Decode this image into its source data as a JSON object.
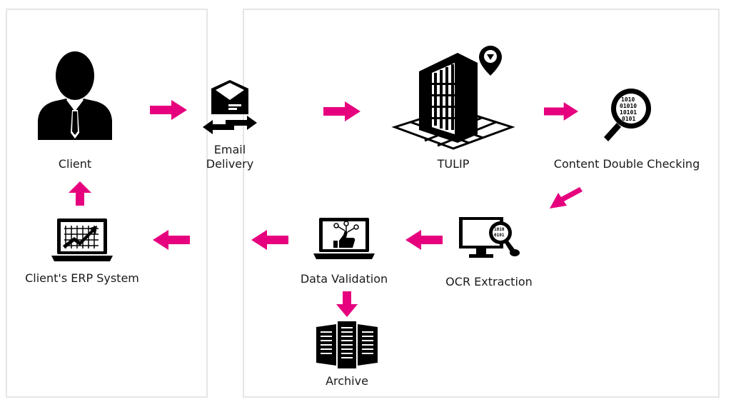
{
  "nodes": {
    "client": "Client",
    "email_line1": "Email",
    "email_line2": "Delivery",
    "tulip": "TULIP",
    "content_check": "Content Double Checking",
    "ocr": "OCR Extraction",
    "validation": "Data Validation",
    "erp": "Client's ERP System",
    "archive": "Archive"
  },
  "colors": {
    "arrow": "#e6007e",
    "icon": "#000000",
    "panel_border": "#e6e6e6"
  },
  "icons": {
    "client": "businessman-icon",
    "email": "email-exchange-icon",
    "tulip": "office-building-location-icon",
    "content_check": "binary-magnifier-icon",
    "ocr": "monitor-binary-search-icon",
    "validation": "laptop-thumbs-up-icon",
    "erp": "laptop-chart-icon",
    "archive": "server-rack-icon"
  }
}
